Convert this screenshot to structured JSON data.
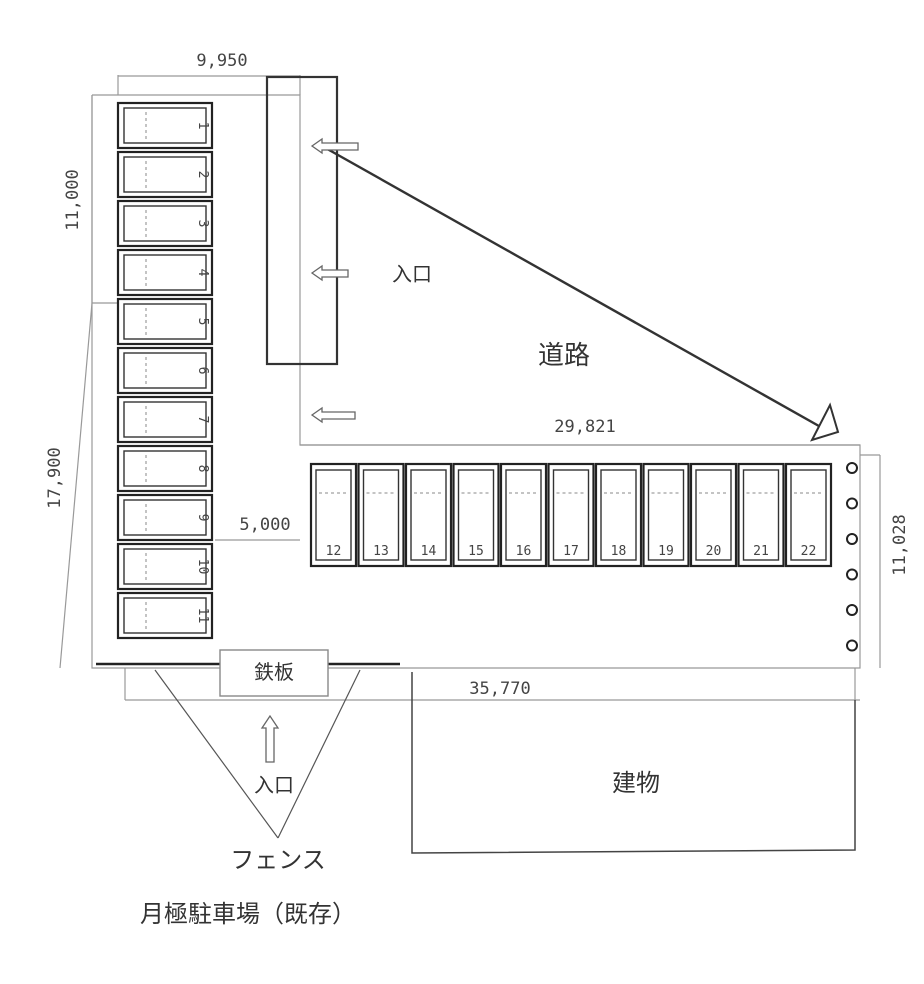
{
  "dimensions": {
    "top_width": "9,950",
    "upper_left_height": "11,000",
    "lower_left_height": "17,900",
    "aisle": "5,000",
    "road_edge": "29,821",
    "right_height": "11,028",
    "bottom_width": "35,770"
  },
  "labels": {
    "entrance_road": "入口",
    "road": "道路",
    "steel_plate": "鉄板",
    "entrance_bottom": "入口",
    "building": "建物",
    "fence": "フェンス",
    "caption": "月極駐車場（既存）"
  },
  "parking_spaces": {
    "left_column": [
      "1",
      "2",
      "3",
      "4",
      "5",
      "6",
      "7",
      "8",
      "9",
      "10",
      "11"
    ],
    "bottom_row": [
      "12",
      "13",
      "14",
      "15",
      "16",
      "17",
      "18",
      "19",
      "20",
      "21",
      "22"
    ]
  },
  "fence_posts": 6,
  "colors": {
    "line": "#333333",
    "dim_line": "#888888",
    "text": "#333333"
  }
}
